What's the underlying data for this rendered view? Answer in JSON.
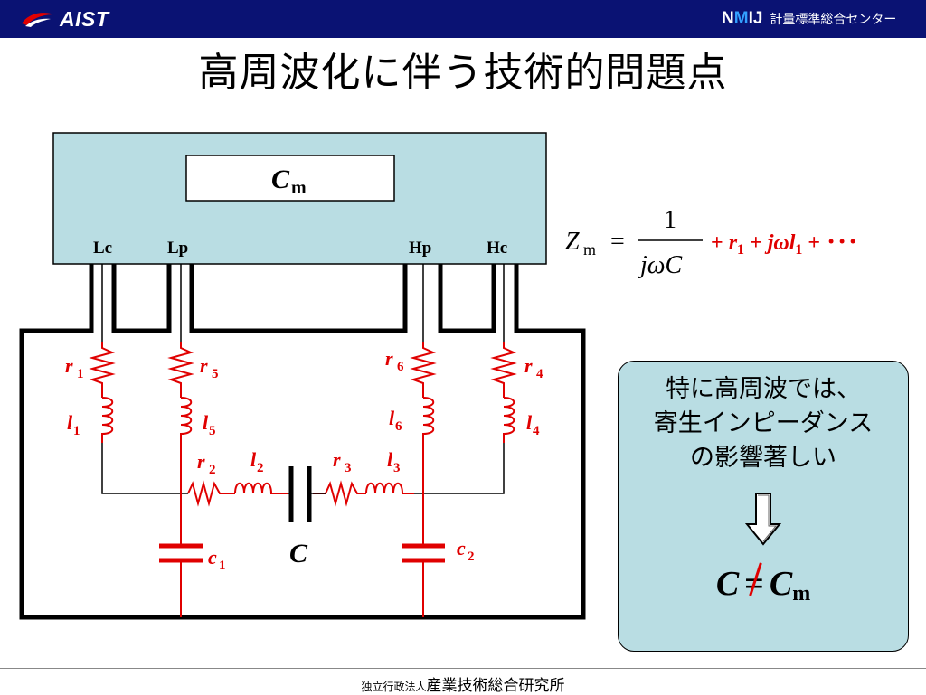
{
  "header": {
    "logo_text": "AIST",
    "nmij_logo": {
      "n": "N",
      "m": "M",
      "ij": "IJ"
    },
    "nmij_label": "計量標準総合センター",
    "colors": {
      "bar": "#0a1273",
      "logo_swoosh": "#e00000"
    }
  },
  "title": "高周波化に伴う技術的問題点",
  "diagram": {
    "meter_label": "C",
    "meter_label_sub": "m",
    "terminals": [
      "Lc",
      "Lp",
      "Hp",
      "Hc"
    ],
    "components": {
      "r1": {
        "base": "r",
        "sub": "1"
      },
      "l1": {
        "base": "l",
        "sub": "1"
      },
      "r5": {
        "base": "r",
        "sub": "5"
      },
      "l5": {
        "base": "l",
        "sub": "5"
      },
      "r6": {
        "base": "r",
        "sub": "6"
      },
      "l6": {
        "base": "l",
        "sub": "6"
      },
      "r4": {
        "base": "r",
        "sub": "4"
      },
      "l4": {
        "base": "l",
        "sub": "4"
      },
      "r2": {
        "base": "r",
        "sub": "2"
      },
      "l2": {
        "base": "l",
        "sub": "2"
      },
      "r3": {
        "base": "r",
        "sub": "3"
      },
      "l3": {
        "base": "l",
        "sub": "3"
      },
      "c1": {
        "base": "c",
        "sub": "1"
      },
      "c2": {
        "base": "c",
        "sub": "2"
      },
      "C": {
        "base": "C",
        "sub": ""
      }
    },
    "colors": {
      "parasitic": "#e00000",
      "box_fill": "#b9dde3",
      "wire": "#000000"
    }
  },
  "formula": {
    "lhs": "Z",
    "lhs_sub": "m",
    "equals": "=",
    "numerator": "1",
    "denominator": "jωC",
    "tail": [
      {
        "t": "+ "
      },
      {
        "t": "r"
      },
      {
        "t": "1",
        "sub": true
      },
      {
        "t": " + "
      },
      {
        "t": "jωl"
      },
      {
        "t": "1",
        "sub": true
      },
      {
        "t": " + ･･･"
      }
    ]
  },
  "callout": {
    "lines": [
      "特に高周波では、",
      "寄生インピーダンス",
      "の影響著しい"
    ],
    "result_left": "C",
    "result_ne": "=",
    "result_right": "C",
    "result_right_sub": "m"
  },
  "footer": {
    "prefix": "独立行政法人",
    "name": "産業技術総合研究所"
  }
}
